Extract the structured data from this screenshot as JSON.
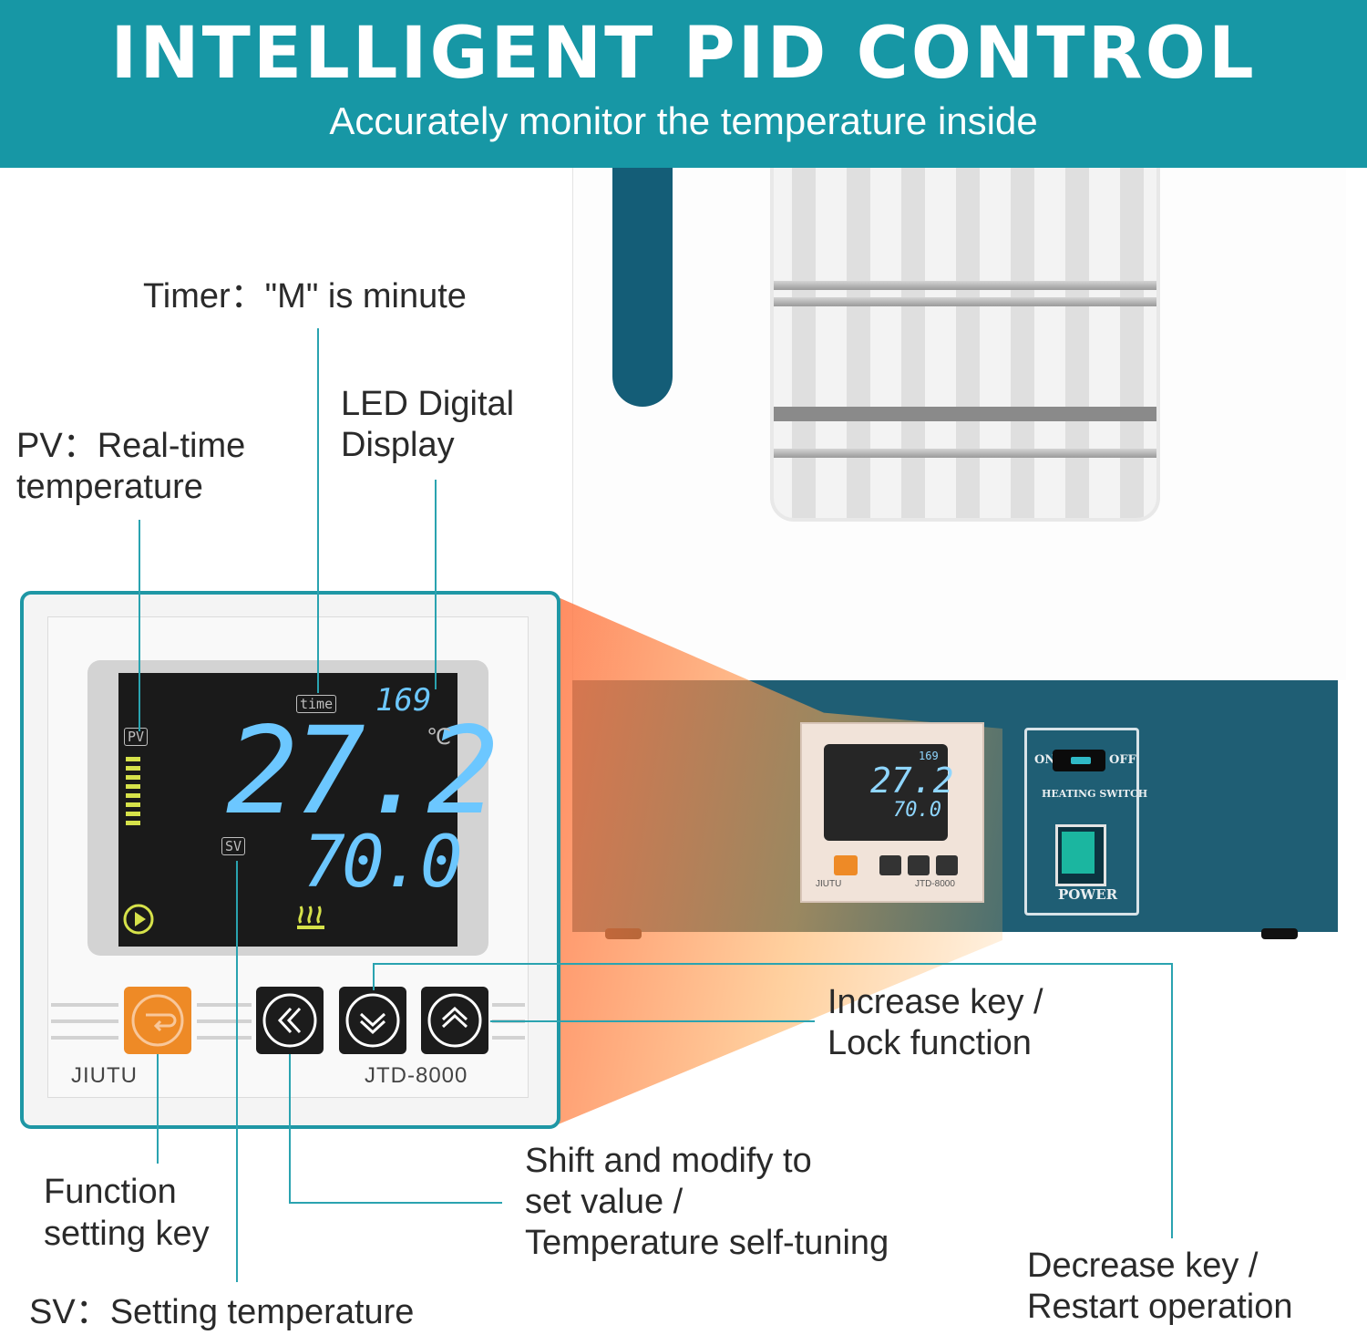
{
  "header": {
    "title": "INTELLIGENT PID CONTROL",
    "subtitle": "Accurately monitor the temperature inside"
  },
  "labels": {
    "timer": "Timer：\"M\" is minute",
    "led_line1": "LED Digital",
    "led_line2": "Display",
    "pv_line1": "PV：Real-time",
    "pv_line2": "temperature",
    "increase_line1": "Increase key /",
    "increase_line2": "Lock function",
    "function_line1": "Function",
    "function_line2": "setting key",
    "shift_line1": "Shift and modify to",
    "shift_line2": "set value /",
    "shift_line3": "Temperature self-tuning",
    "decrease_line1": "Decrease key /",
    "decrease_line2": "Restart operation",
    "sv": "SV：Setting temperature"
  },
  "controller": {
    "screen": {
      "time_label": "time",
      "timer_value": "169",
      "pv_label": "PV",
      "pv_value": "27.2",
      "unit": "℃",
      "sv_label": "SV",
      "sv_value": "70.0"
    },
    "brand": "JIUTU",
    "model": "JTD-8000"
  },
  "oven": {
    "switch_on": "ON",
    "switch_off": "OFF",
    "heating_switch": "HEATING SWITCH",
    "power": "POWER",
    "mini_timer": "169",
    "mini_pv": "27.2",
    "mini_sv": "70.0",
    "mini_brand": "JIUTU",
    "mini_model": "JTD-8000"
  },
  "colors": {
    "header": "#1797a5",
    "accent_line": "#2aa3b0",
    "oven_base": "#1f5e74",
    "function_key": "#ee8a26",
    "lcd_digits": "#6cc7ff",
    "power_button": "#1bb6a0"
  }
}
